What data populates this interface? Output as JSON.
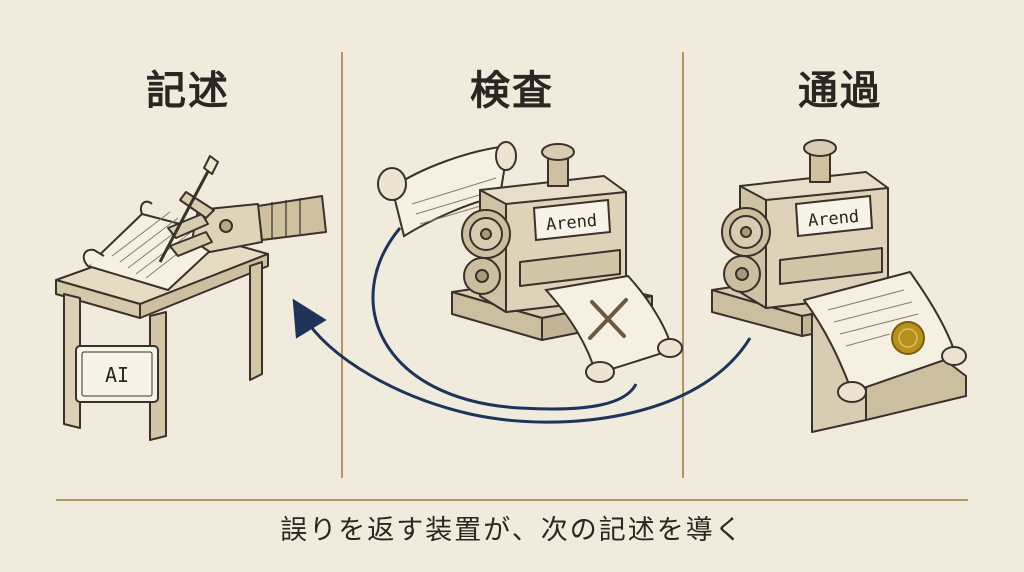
{
  "stages": {
    "write": {
      "title": "記述",
      "plate": "AI"
    },
    "inspect": {
      "title": "検査",
      "plate": "Arend"
    },
    "pass": {
      "title": "通過",
      "plate": "Arend"
    }
  },
  "caption": "誤りを返す装置が、次の記述を導く",
  "colors": {
    "background": "#f0ebdc",
    "divider": "#a07a3c",
    "ink": "#3a322a",
    "arrow": "#1f3358",
    "seal": "#b8901c"
  },
  "icons": {
    "writer": "robot-hand-quill-icon",
    "machine": "press-machine-icon",
    "reject": "x-mark-icon",
    "approve": "wax-seal-icon",
    "feedback": "return-arrow-icon"
  }
}
